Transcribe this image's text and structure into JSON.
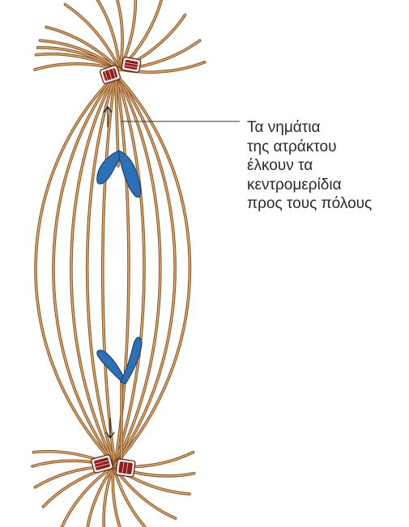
{
  "annotation": {
    "lines": [
      "Τα νημάτια",
      "της ατράκτου",
      "έλκουν τα",
      "κεντρομερίδια",
      "προς τους πόλους"
    ]
  },
  "colors": {
    "spindle_fiber": "#8a5a2c",
    "spindle_fiber_core": "#e3b07a",
    "centriole": "#8b1e20",
    "chromatid": "#2f6fb5"
  },
  "icons": {
    "up_arrow": "up-arrow-icon",
    "down_arrow": "down-arrow-icon"
  }
}
